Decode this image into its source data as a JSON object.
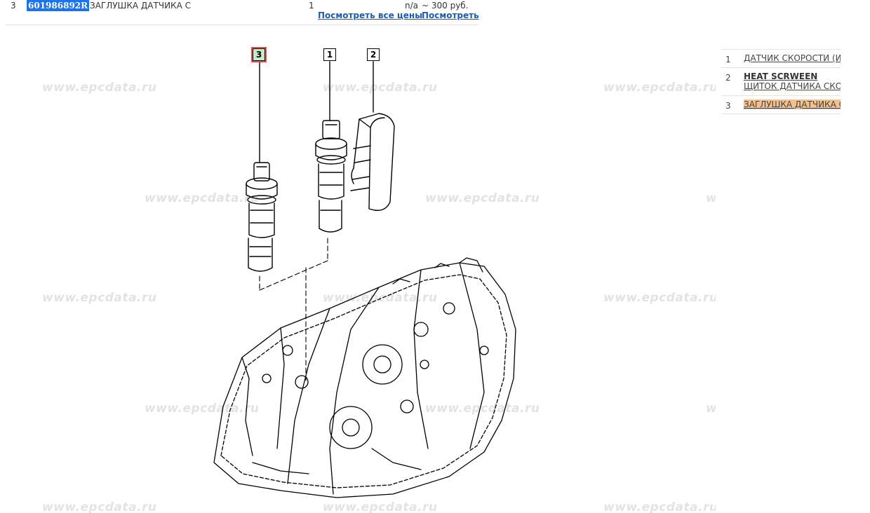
{
  "top_row": {
    "num": "3",
    "article": "601986892R",
    "name": "ЗАГЛУШКА ДАТЧИКА С",
    "qty": "1",
    "availability": "n/a",
    "price": "~ 300 руб.",
    "link_all_prices": "Посмотреть все цены",
    "link_view": "Посмотреть"
  },
  "watermark": "www.epcdata.ru",
  "callouts": [
    {
      "label": "3",
      "active": true
    },
    {
      "label": "1",
      "active": false
    },
    {
      "label": "2",
      "active": false
    }
  ],
  "parts_list": [
    {
      "idx": "1",
      "title": "",
      "text": "ДАТЧИК СКОРОСТИ (И"
    },
    {
      "idx": "2",
      "title": "HEAT SCRWEEN",
      "text": "ЩИТОК ДАТЧИКА СКОР"
    },
    {
      "idx": "3",
      "title": "",
      "text": "ЗАГЛУШКА ДАТЧИКА С",
      "highlighted": true
    }
  ],
  "colors": {
    "link": "#1a5db5",
    "article_bg": "#1e73e8",
    "active_callout_bg": "#c6e8c6",
    "active_callout_border": "#d9534f",
    "highlight": "#f7c08a",
    "watermark": "#e3e3e3"
  }
}
